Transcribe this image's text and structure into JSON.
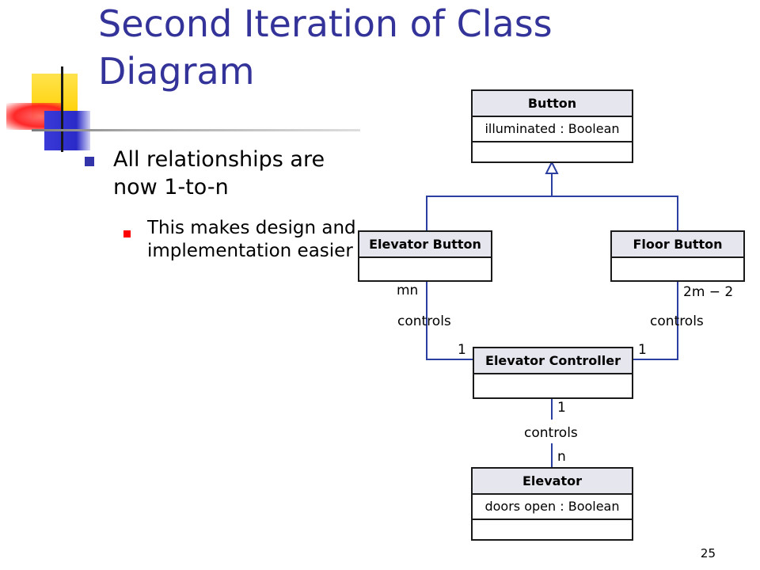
{
  "slide": {
    "title": "Second Iteration of Class Diagram",
    "bullet_1": "All relationships are now 1-to-n",
    "bullet_1_sub": "This makes design and implementation easier",
    "page_number": "25"
  },
  "diagram": {
    "classes": {
      "button": {
        "name": "Button",
        "attribute": "illuminated : Boolean"
      },
      "elevator_button": {
        "name": "Elevator Button"
      },
      "floor_button": {
        "name": "Floor Button"
      },
      "elevator_controller": {
        "name": "Elevator Controller"
      },
      "elevator": {
        "name": "Elevator",
        "attribute": "doors open : Boolean"
      }
    },
    "associations": {
      "elevator_button_controller": {
        "label": "controls",
        "end_button": "mn",
        "end_controller": "1"
      },
      "floor_button_controller": {
        "label": "controls",
        "end_button": "2m − 2",
        "end_controller": "1"
      },
      "controller_elevator": {
        "label": "controls",
        "end_controller": "1",
        "end_elevator": "n"
      }
    },
    "line_color": "#2b3fa0"
  }
}
